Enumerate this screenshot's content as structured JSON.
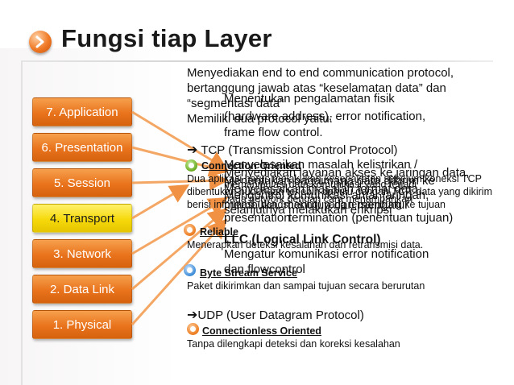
{
  "title": "Fungsi tiap Layer",
  "layers": [
    {
      "label": "7. Application"
    },
    {
      "label": "6. Presentation"
    },
    {
      "label": "5. Session"
    },
    {
      "label": "4. Transport"
    },
    {
      "label": "3. Network"
    },
    {
      "label": "2. Data Link"
    },
    {
      "label": "1. Physical"
    }
  ],
  "colors": {
    "orange": "#e9731c",
    "yellow": "#f6d90b",
    "arrow": "#f08c3a"
  },
  "icons": {
    "title": "chevron-right-icon",
    "bullet": "bullet-ring-icon",
    "arrow": "right-arrow-icon"
  },
  "overlap": {
    "l1": "Menyediakan end to end communication protocol,",
    "l2": "bertanggung jawab atas “keselamatan data” dan",
    "l3": "“segmentasi data”",
    "l4": "Memiliki dua protocol yaitu:",
    "m1": "Menentukan pengalamatan fisik",
    "m2": "(hardware address), error notification,",
    "m3": "frame flow control.",
    "tcp": "TCP (Transmission Control Protocol)",
    "sub_a": "Menyelesaikan masalah kelistrikan /",
    "sub_b": "Menyediakan layanan akses ke jaringan data,",
    "sub_c": "Menentukan bagaimana data dikirim ke",
    "sub_d": "Menyelesaikan masalah format data,",
    "sub_e": "Mengontrol komunikasi antar jaringan,",
    "sub_f": "memanipulasi data komunikasi yang terjadi",
    "sub_g": "pada network dengan cara menambahkan",
    "sub_h": "membuka, menutup dan mengatur",
    "sub_i": "selanjutnya melakukan enkripsi",
    "sub_j": "presentation",
    "sub_k": "termination (penentuan tujuan)",
    "llc": "LLC (Logical Link Control)",
    "llc1": "Mengatur komunikasi error notification",
    "llc2": "dan flowcontrol"
  },
  "tcp_items": [
    {
      "head": "Connection Oriented",
      "desc": "Dua aplikasi harus melakukan kesepakatan sebelum koneksi TCP dibentukan hubungan terlebih dahulu dengan TCP, data yang dikirim berisi informasi (handshaking) yang tersambung ke tujuan"
    },
    {
      "head": "Reliable",
      "desc": "Menerapkan deteksi kesalahan dan retransmisi data."
    },
    {
      "head": "Byte Stream Service",
      "desc": "Paket dikirimkan dan sampai tujuan secara berurutan"
    }
  ],
  "udp": {
    "title": "UDP (User Datagram Protocol)",
    "head": "Connectionless Oriented",
    "desc": "Tanpa dilengkapi deteksi dan koreksi kesalahan"
  }
}
